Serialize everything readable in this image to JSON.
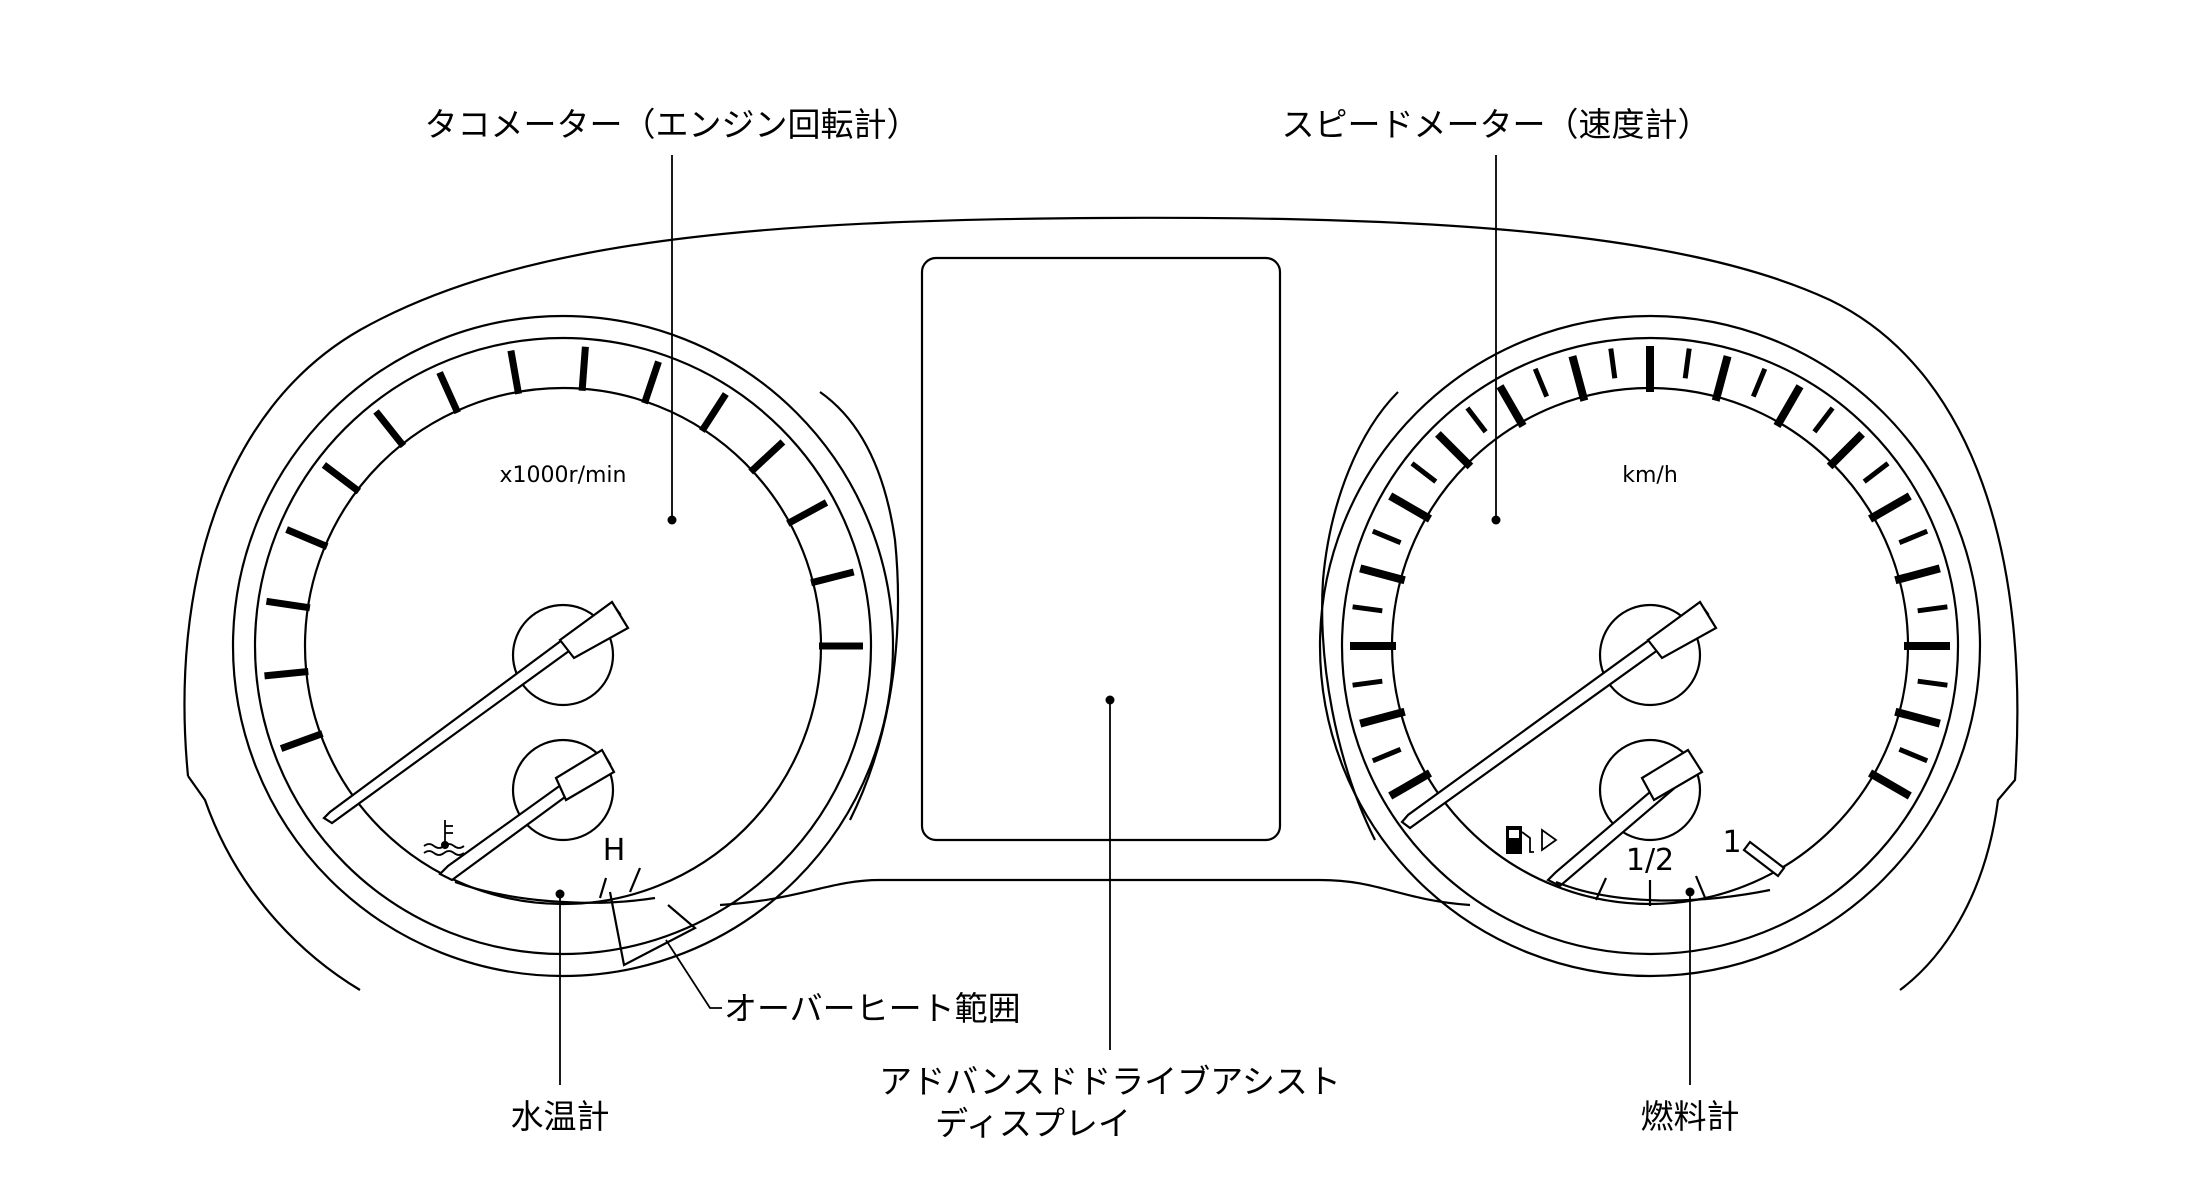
{
  "callouts": {
    "tachometer": "タコメーター（エンジン回転計）",
    "speedometer": "スピードメーター（速度計）",
    "overheat_range": "オーバーヒート範囲",
    "water_temp": "水温計",
    "assist_display_line1": "アドバンスドドライブアシスト",
    "assist_display_line2": "ディスプレイ",
    "fuel_gauge": "燃料計"
  },
  "tachometer": {
    "unit": "x1000r/min",
    "temp_label_h": "H",
    "temp_icon": "coolant-temperature-icon"
  },
  "speedometer": {
    "unit": "km/h",
    "fuel_half": "1/2",
    "fuel_full": "1",
    "fuel_icon": "fuel-pump-icon"
  }
}
